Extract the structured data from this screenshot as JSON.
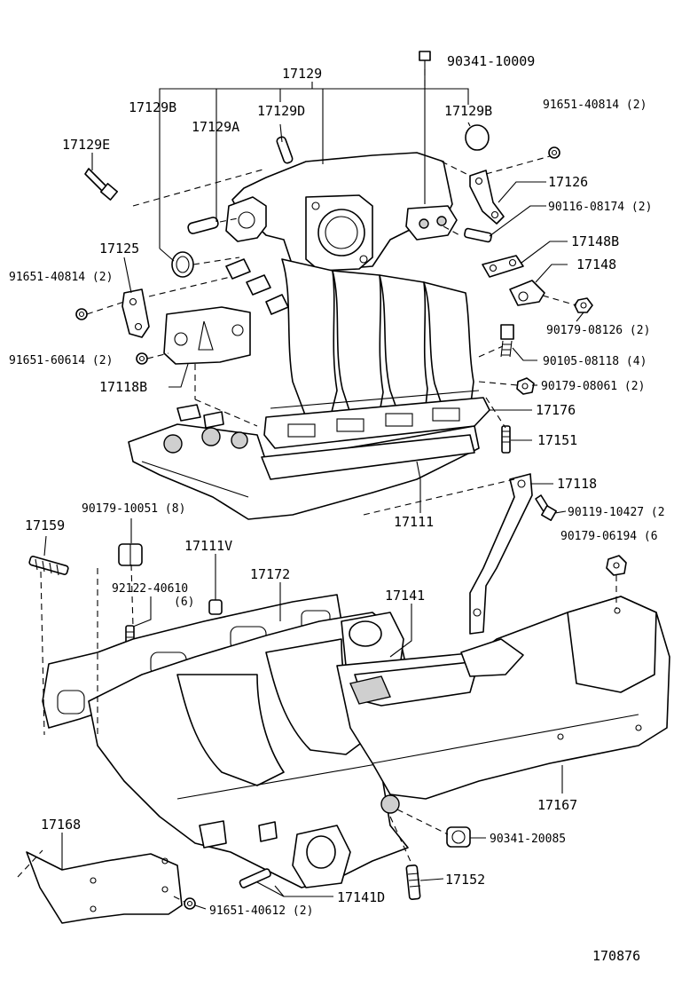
{
  "figure_id": "170876",
  "labels": {
    "p17129": "17129",
    "p17129B_left": "17129B",
    "p17129D": "17129D",
    "p17129A": "17129A",
    "p17129B_right": "17129B",
    "p17129E": "17129E",
    "p90341_10009": "90341-10009",
    "p91651_40814_right": "91651-40814 (2)",
    "p17126": "17126",
    "p90116_08174": "90116-08174 (2)",
    "p17148B": "17148B",
    "p17148": "17148",
    "p90179_08126": "90179-08126 (2)",
    "p17125": "17125",
    "p91651_40814_left": "91651-40814 (2)",
    "p91651_60614": "91651-60614 (2)",
    "p17118B": "17118B",
    "p90105_08118": "90105-08118 (4)",
    "p90179_08061": "90179-08061 (2)",
    "p17176": "17176",
    "p17151": "17151",
    "p17118": "17118",
    "p90119_10427": "90119-10427 (2",
    "p90179_06194": "90179-06194 (6",
    "p17111": "17111",
    "p17159": "17159",
    "p90179_10051": "90179-10051 (8)",
    "p17111V": "17111V",
    "p92122_40610": "92122-40610",
    "p92122_40610_qty": "(6)",
    "p17172": "17172",
    "p17141": "17141",
    "p17167": "17167",
    "p90341_20085": "90341-20085",
    "p17168": "17168",
    "p17152": "17152",
    "p17141D": "17141D",
    "p91651_40612": "91651-40612 (2)"
  }
}
